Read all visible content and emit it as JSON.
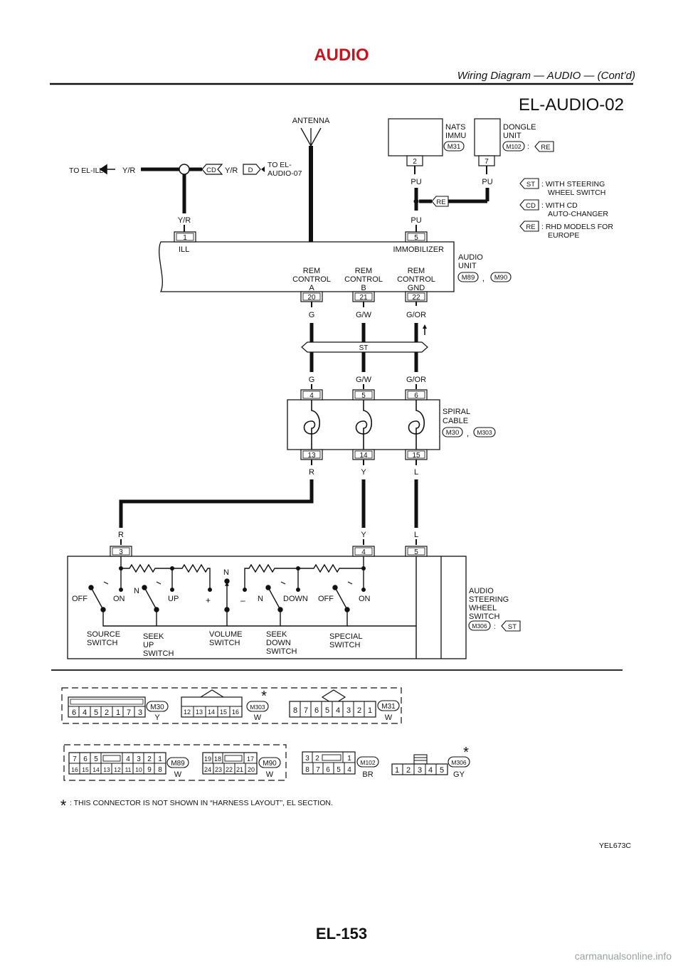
{
  "header": {
    "section": "AUDIO",
    "subtitle": "Wiring Diagram — AUDIO — (Cont’d)"
  },
  "diagram_id": "EL-AUDIO-02",
  "antenna": "ANTENNA",
  "to_el_ill": "TO EL-ILL",
  "to_el_audio": [
    "TO EL-",
    "AUDIO-07"
  ],
  "wire_colors": {
    "yr": "Y/R",
    "pu": "PU",
    "g": "G",
    "gw": "G/W",
    "gor": "G/OR",
    "r": "R",
    "y": "Y",
    "l": "L"
  },
  "badges": {
    "cd": "CD",
    "d": "D",
    "re": "RE",
    "st": "ST"
  },
  "nats": {
    "name": [
      "NATS",
      "IMMU"
    ],
    "connector": "M31",
    "pin": "2"
  },
  "dongle": {
    "name": [
      "DONGLE",
      "UNIT"
    ],
    "connector": "M102",
    "sep": ":",
    "pin": "7"
  },
  "legend": [
    {
      "badge": "ST",
      "text": [
        ": WITH STEERING",
        "WHEEL SWITCH"
      ]
    },
    {
      "badge": "CD",
      "text": [
        ": WITH CD",
        "AUTO-CHANGER"
      ]
    },
    {
      "badge": "RE",
      "text": [
        ": RHD MODELS FOR",
        "EUROPE"
      ]
    }
  ],
  "audio_unit": {
    "name": [
      "AUDIO",
      "UNIT"
    ],
    "connectors": [
      "M89",
      "M90"
    ],
    "comma": ",",
    "pins": {
      "ill": "1",
      "immobilizer": "5",
      "rem_a": "20",
      "rem_b": "21",
      "rem_gnd": "22"
    },
    "labels": {
      "ill": "ILL",
      "immobilizer": "IMMOBILIZER",
      "rem_a": [
        "REM",
        "CONTROL",
        "A"
      ],
      "rem_b": [
        "REM",
        "CONTROL",
        "B"
      ],
      "rem_gnd": [
        "REM",
        "CONTROL",
        "GND"
      ]
    }
  },
  "spiral_cable": {
    "name": [
      "SPIRAL",
      "CABLE"
    ],
    "connectors": [
      "M30",
      "M303"
    ],
    "comma": ",",
    "top_pins": [
      "4",
      "5",
      "6"
    ],
    "bottom_pins": [
      "13",
      "14",
      "15"
    ]
  },
  "steering_switch": {
    "name": [
      "AUDIO",
      "STEERING",
      "WHEEL",
      "SWITCH"
    ],
    "connector": "M306",
    "sep": ":",
    "pins": [
      "3",
      "4",
      "5"
    ],
    "contacts": {
      "off": "OFF",
      "on": "ON",
      "n": "N",
      "up": "UP",
      "plus": "+",
      "minus": "–",
      "down": "DOWN"
    },
    "switches": {
      "source": [
        "SOURCE",
        "SWITCH"
      ],
      "seek_up": [
        "SEEK",
        "UP",
        "SWITCH"
      ],
      "volume": [
        "VOLUME",
        "SWITCH"
      ],
      "seek_down": [
        "SEEK",
        "DOWN",
        "SWITCH"
      ],
      "special": [
        "SPECIAL",
        "SWITCH"
      ]
    }
  },
  "connector_views": {
    "m30": {
      "id": "M30",
      "color": "Y",
      "pins": [
        "6",
        "4",
        "5",
        "2",
        "1",
        "7",
        "3"
      ]
    },
    "m303": {
      "id": "M303",
      "color": "W",
      "pins": [
        "12",
        "13",
        "14",
        "15",
        "16"
      ]
    },
    "m31": {
      "id": "M31",
      "color": "W",
      "pins": [
        "8",
        "7",
        "6",
        "5",
        "4",
        "3",
        "2",
        "1"
      ]
    },
    "m89": {
      "id": "M89",
      "color": "W",
      "top": [
        "7",
        "6",
        "5",
        "4",
        "3",
        "2",
        "1"
      ],
      "bottom": [
        "16",
        "15",
        "14",
        "13",
        "12",
        "11",
        "10",
        "9",
        "8"
      ]
    },
    "m90": {
      "id": "M90",
      "color": "W",
      "top": [
        "19",
        "18",
        "17"
      ],
      "bottom": [
        "24",
        "23",
        "22",
        "21",
        "20"
      ]
    },
    "m102": {
      "id": "M102",
      "color": "BR",
      "top": [
        "3",
        "2",
        "1"
      ],
      "bottom": [
        "8",
        "7",
        "6",
        "5",
        "4"
      ]
    },
    "m306": {
      "id": "M306",
      "color": "GY",
      "pins": [
        "1",
        "2",
        "3",
        "4",
        "5"
      ]
    }
  },
  "star": "*",
  "footnote": ": THIS CONNECTOR IS NOT SHOWN IN “HARNESS LAYOUT”, EL SECTION.",
  "figure_code": "YEL673C",
  "page_number": "EL-153",
  "footer_url": "carmanualsonline.info",
  "colors": {
    "header_red": "#c8141e",
    "line": "#111111"
  }
}
